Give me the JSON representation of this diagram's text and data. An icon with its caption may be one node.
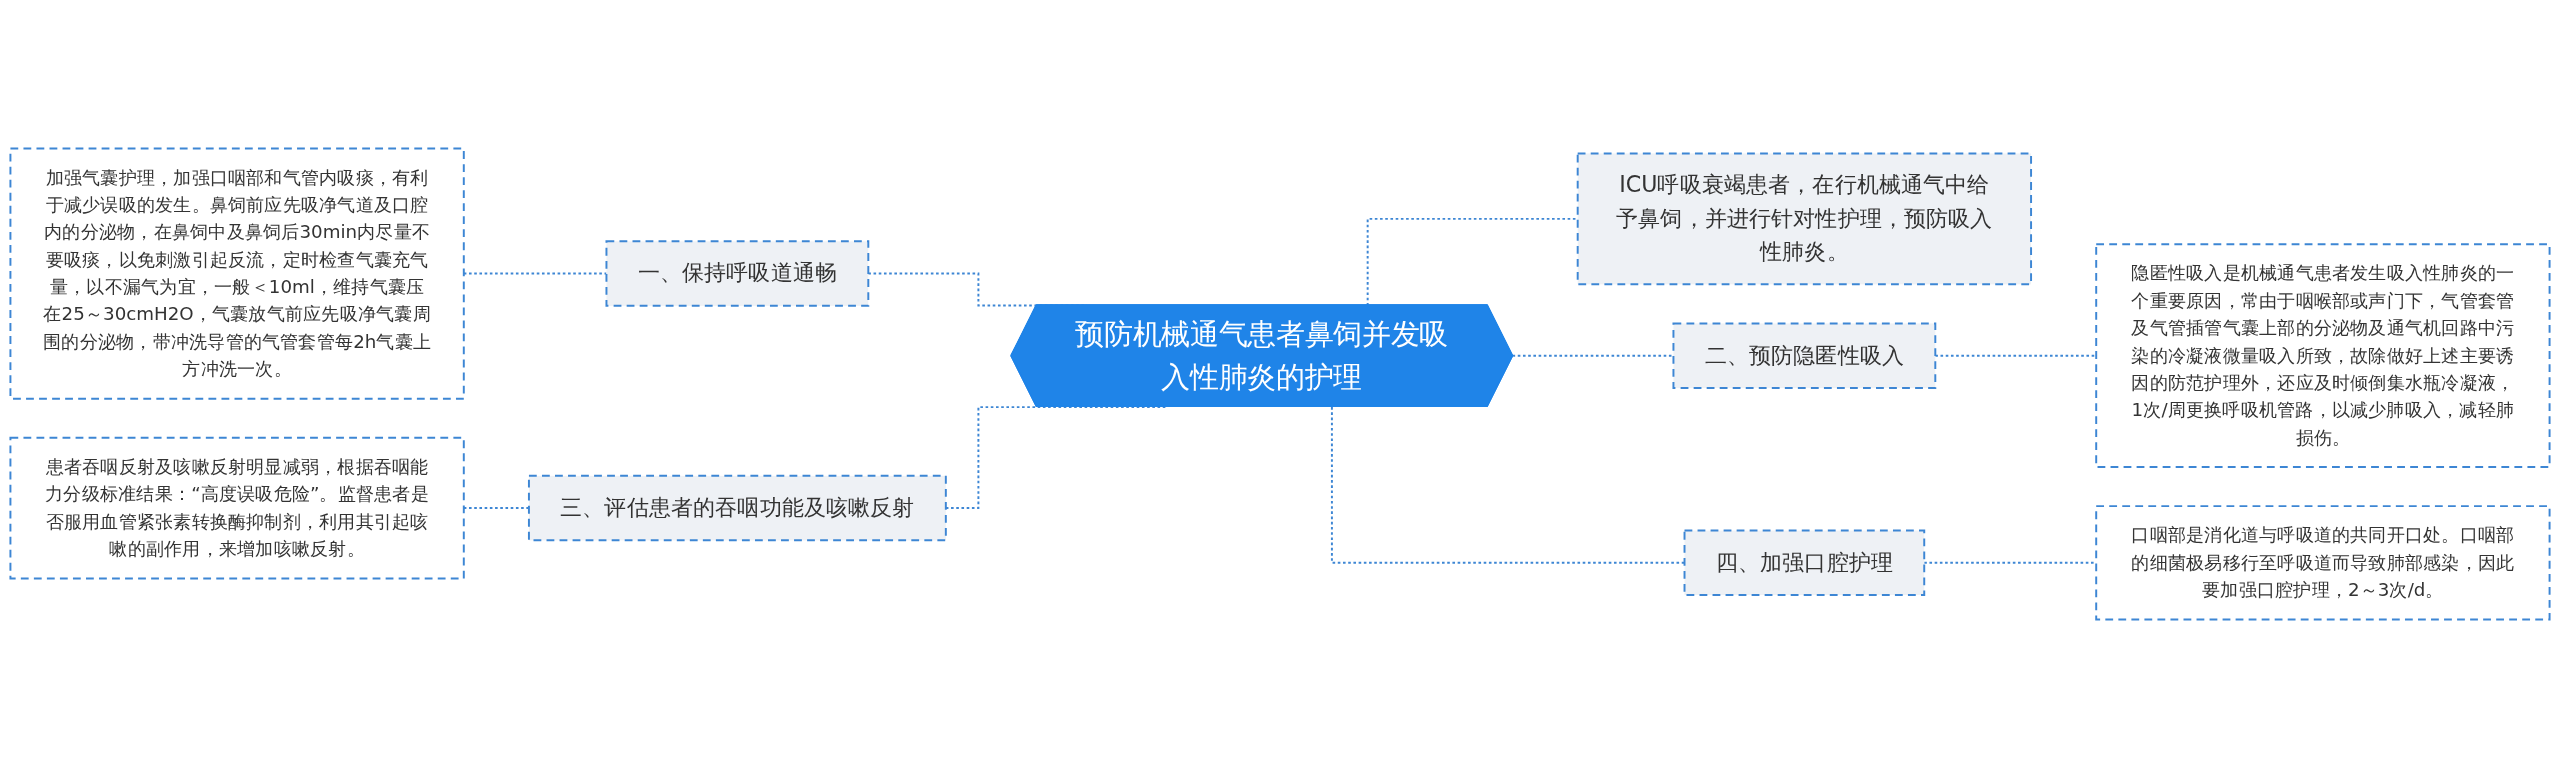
{
  "diagram": {
    "nodes": [
      {
        "text": [
          "预防机械通气患者鼻饲并发吸入性肺炎的护理"
        ]
      },
      {
        "text": [
          "一、保持呼吸道通畅"
        ]
      },
      {
        "text": [
          "加强气囊护理，加强口咽部和气管内吸痰，有利于减少误吸的发生。鼻饲前应先吸净气道及口腔内的分泌物，在鼻饲中及鼻饲后30min内尽量不要吸痰，以免刺激引起反流，定时检查气囊充气量，以不漏气为宜，一般＜10ml，维持气囊压在25～30cmH2O，气囊放气前应先吸净气囊周围的分泌物，带冲洗导管的气管套管每2h气囊上方冲洗一次。"
        ]
      },
      {
        "text": [
          "三、评估患者的吞咽功能及咳嗽反射"
        ]
      },
      {
        "text": [
          "患者吞咽反射及咳嗽反射明显减弱，根据吞咽能力分级标准结果：“高度误吸危险”。监督患者是否服用血管紧张素转换酶抑制剂，利用其引起咳嗽的副作用，来增加咳嗽反射。"
        ]
      },
      {
        "text": [
          "ICU呼吸衰竭患者，在行机械通气中给予鼻饲，并进行针对性护理，预防吸入性肺炎。"
        ]
      },
      {
        "text": [
          "二、预防隐匿性吸入"
        ]
      },
      {
        "text": [
          "隐匿性吸入是机械通气患者发生吸入性肺炎的一个重要原因，常由于咽喉部或声门下，气管套管及气管插管气囊上部的分泌物及通气机回路中污染的冷凝液微量吸入所致，故除做好上述主要诱因的防范护理外，还应及时倾倒集水瓶冷凝液，1次/周更换呼吸机管路，以减少肺吸入，减轻肺损伤。"
        ]
      },
      {
        "text": [
          "四、加强口腔护理"
        ]
      },
      {
        "text": [
          "口咽部是消化道与呼吸道的共同开口处。口咽部的细菌极易移行至呼吸道而导致肺部感染，因此要加强口腔护理，2～3次/d。"
        ]
      }
    ],
    "edges": [
      {
        "from": 0,
        "to": 1,
        "arrow": "none",
        "style": "dashed"
      },
      {
        "from": 1,
        "to": 2,
        "arrow": "none",
        "style": "dashed"
      },
      {
        "from": 0,
        "to": 3,
        "arrow": "none",
        "style": "dashed"
      },
      {
        "from": 3,
        "to": 4,
        "arrow": "none",
        "style": "dashed"
      },
      {
        "from": 0,
        "to": 5,
        "arrow": "none",
        "style": "dashed"
      },
      {
        "from": 0,
        "to": 6,
        "arrow": "none",
        "style": "dashed"
      },
      {
        "from": 6,
        "to": 7,
        "arrow": "none",
        "style": "dashed"
      },
      {
        "from": 0,
        "to": 8,
        "arrow": "none",
        "style": "dashed"
      },
      {
        "from": 8,
        "to": 9,
        "arrow": "none",
        "style": "dashed"
      }
    ]
  }
}
